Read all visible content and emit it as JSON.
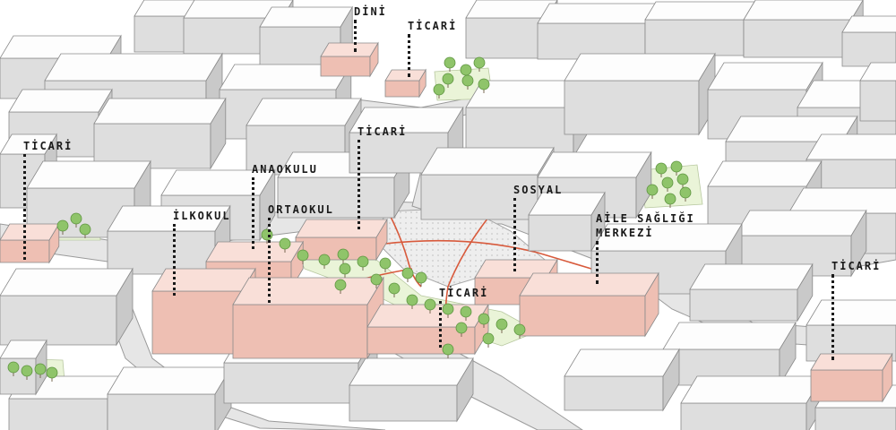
{
  "labels": {
    "dini": "DİNİ",
    "ticari_top": "TİCARİ",
    "ticari_left": "TİCARİ",
    "ticari_mid": "TİCARİ",
    "anaokulu": "ANAOKULU",
    "ilkokul": "İLKOKUL",
    "ortaokul": "ORTAOKUL",
    "sosyal": "SOSYAL",
    "asm_line1": "AİLE SAĞLIĞI",
    "asm_line2": "MERKEZİ",
    "ticari_right": "TİCARİ",
    "ticari_center": "TİCARİ"
  },
  "colors": {
    "building_top": "#fdfdfd",
    "building_side": "#dedede",
    "building_dark": "#c9c9c9",
    "road": "#e6e6e6",
    "road_edge": "#9a9a9a",
    "public_top": "#f9dfd8",
    "public_side": "#eebfb3",
    "green": "#eaf4d8",
    "tree": "#8fc46a",
    "tree_dark": "#5e9440",
    "path": "#d85a3c",
    "plaza": "#eeeeee"
  }
}
